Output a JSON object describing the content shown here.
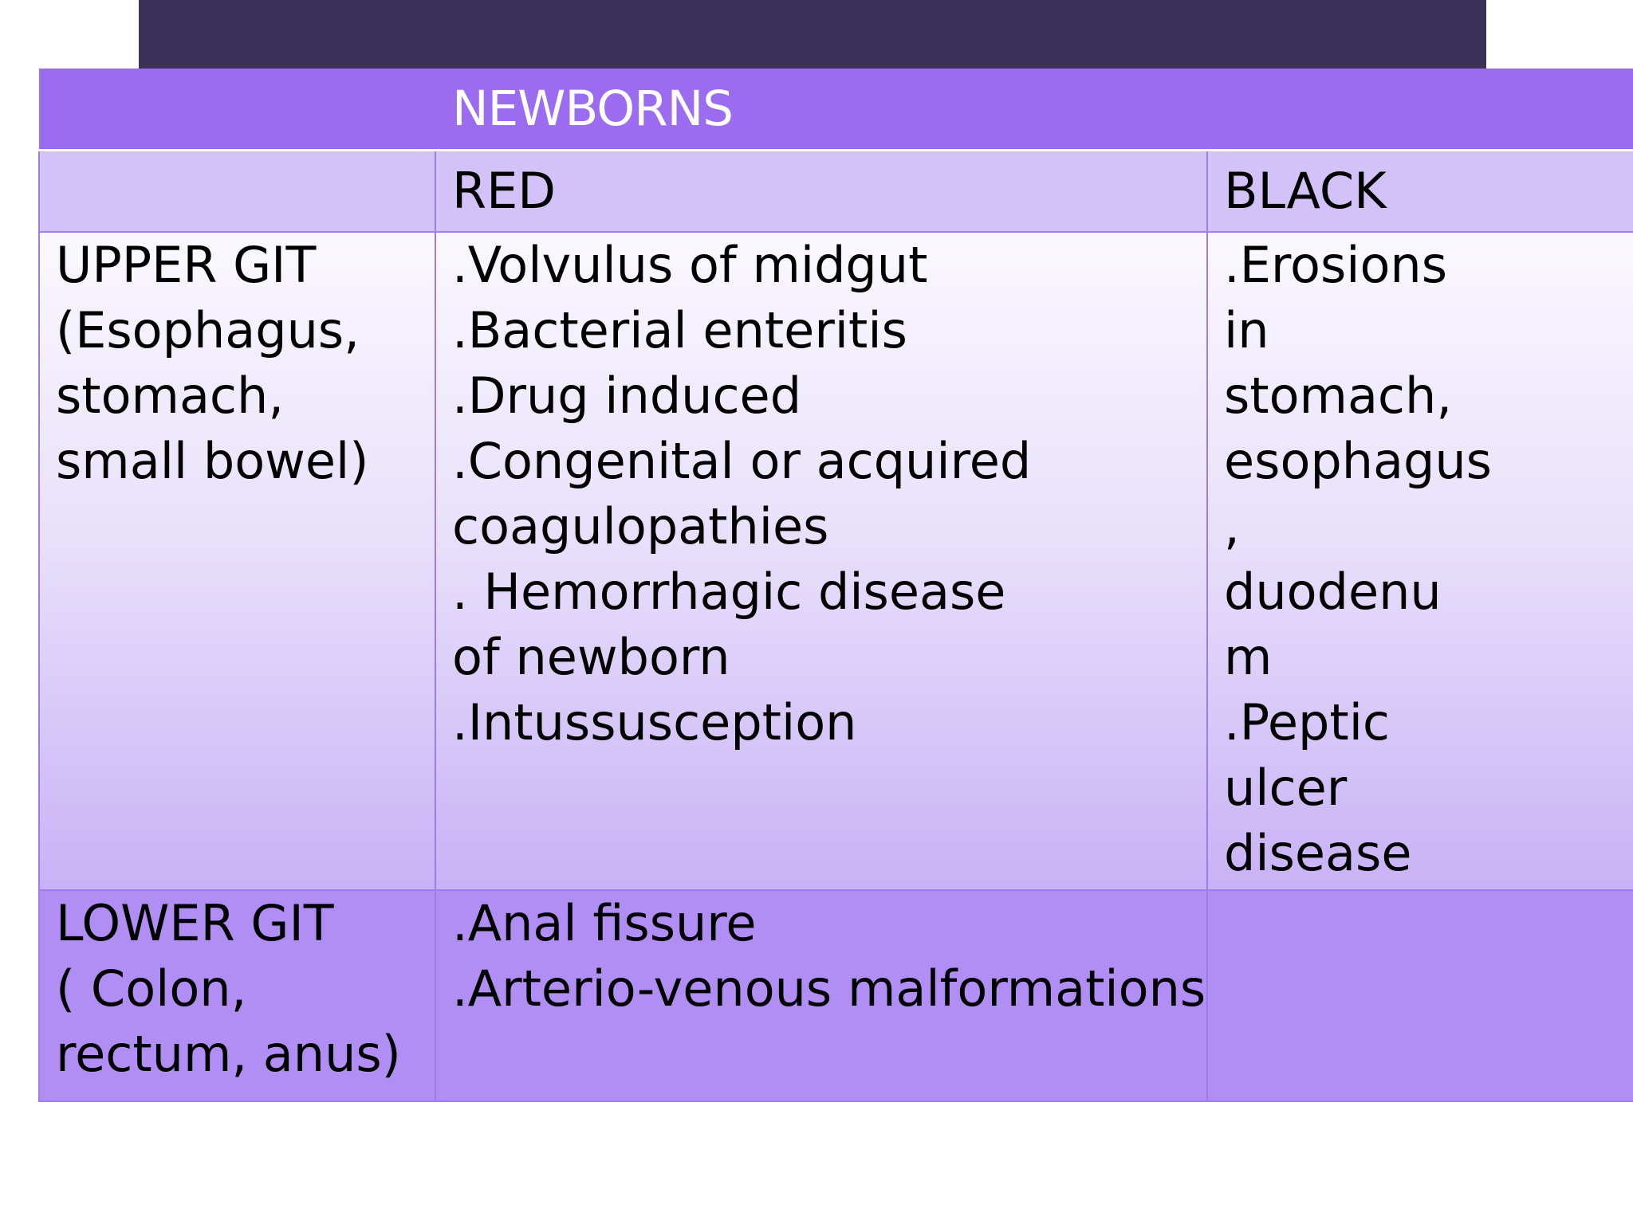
{
  "table": {
    "title": "NEWBORNS",
    "headers": [
      "",
      "RED",
      "BLACK"
    ],
    "upper": {
      "label": [
        "UPPER GIT",
        "(Esophagus,",
        "stomach,",
        "small bowel)"
      ],
      "red": [
        ".Volvulus of midgut",
        ".Bacterial enteritis",
        ".Drug induced",
        ".Congenital or acquired",
        "coagulopathies",
        ". Hemorrhagic disease",
        "of newborn",
        ".Intussusception"
      ],
      "black": [
        ".Erosions",
        "in",
        "stomach,",
        "esophagus",
        ",",
        "duodenu",
        "m",
        ".Peptic",
        "ulcer",
        "disease"
      ]
    },
    "lower": {
      "label": [
        "LOWER GIT",
        "( Colon,",
        "rectum, anus)"
      ],
      "red": [
        ".Anal fissure",
        ".Arterio-venous malformations"
      ],
      "black": []
    }
  },
  "colors": {
    "top_bar": "#3c3158",
    "title_row": "#9b6cf0",
    "header_row": "#d3c2f7",
    "lower_row": "#b08ef3",
    "border": "#a07bec"
  }
}
